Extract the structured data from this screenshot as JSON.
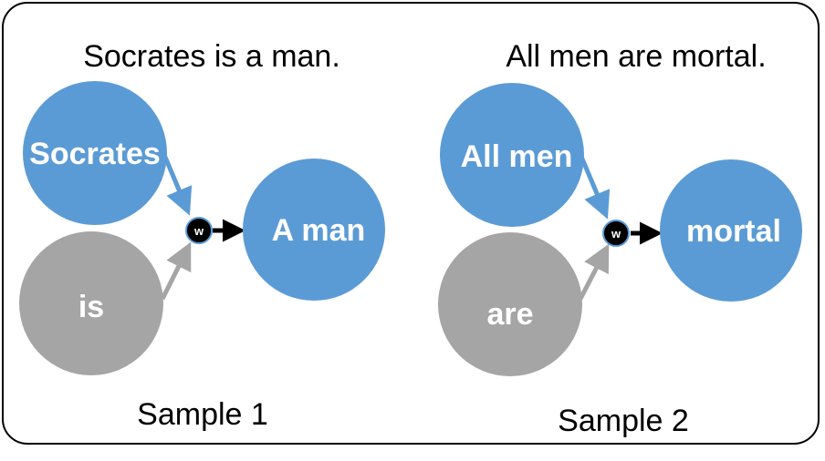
{
  "colors": {
    "blue_node": "#5b9bd5",
    "gray_node": "#a5a5a5",
    "blue_arrow": "#5b9bd5",
    "gray_arrow": "#a5a5a5",
    "w_node": "#000000",
    "w_ring": "#5b9bd5",
    "black_arrow": "#000000"
  },
  "samples": [
    {
      "sentence": "Socrates is a man.",
      "subject": "Socrates",
      "relation": "is",
      "object": "A man",
      "weight": "w",
      "caption": "Sample 1"
    },
    {
      "sentence": "All men are mortal.",
      "subject": "All men",
      "relation": "are",
      "object": "mortal",
      "weight": "w",
      "caption": "Sample 2"
    }
  ]
}
